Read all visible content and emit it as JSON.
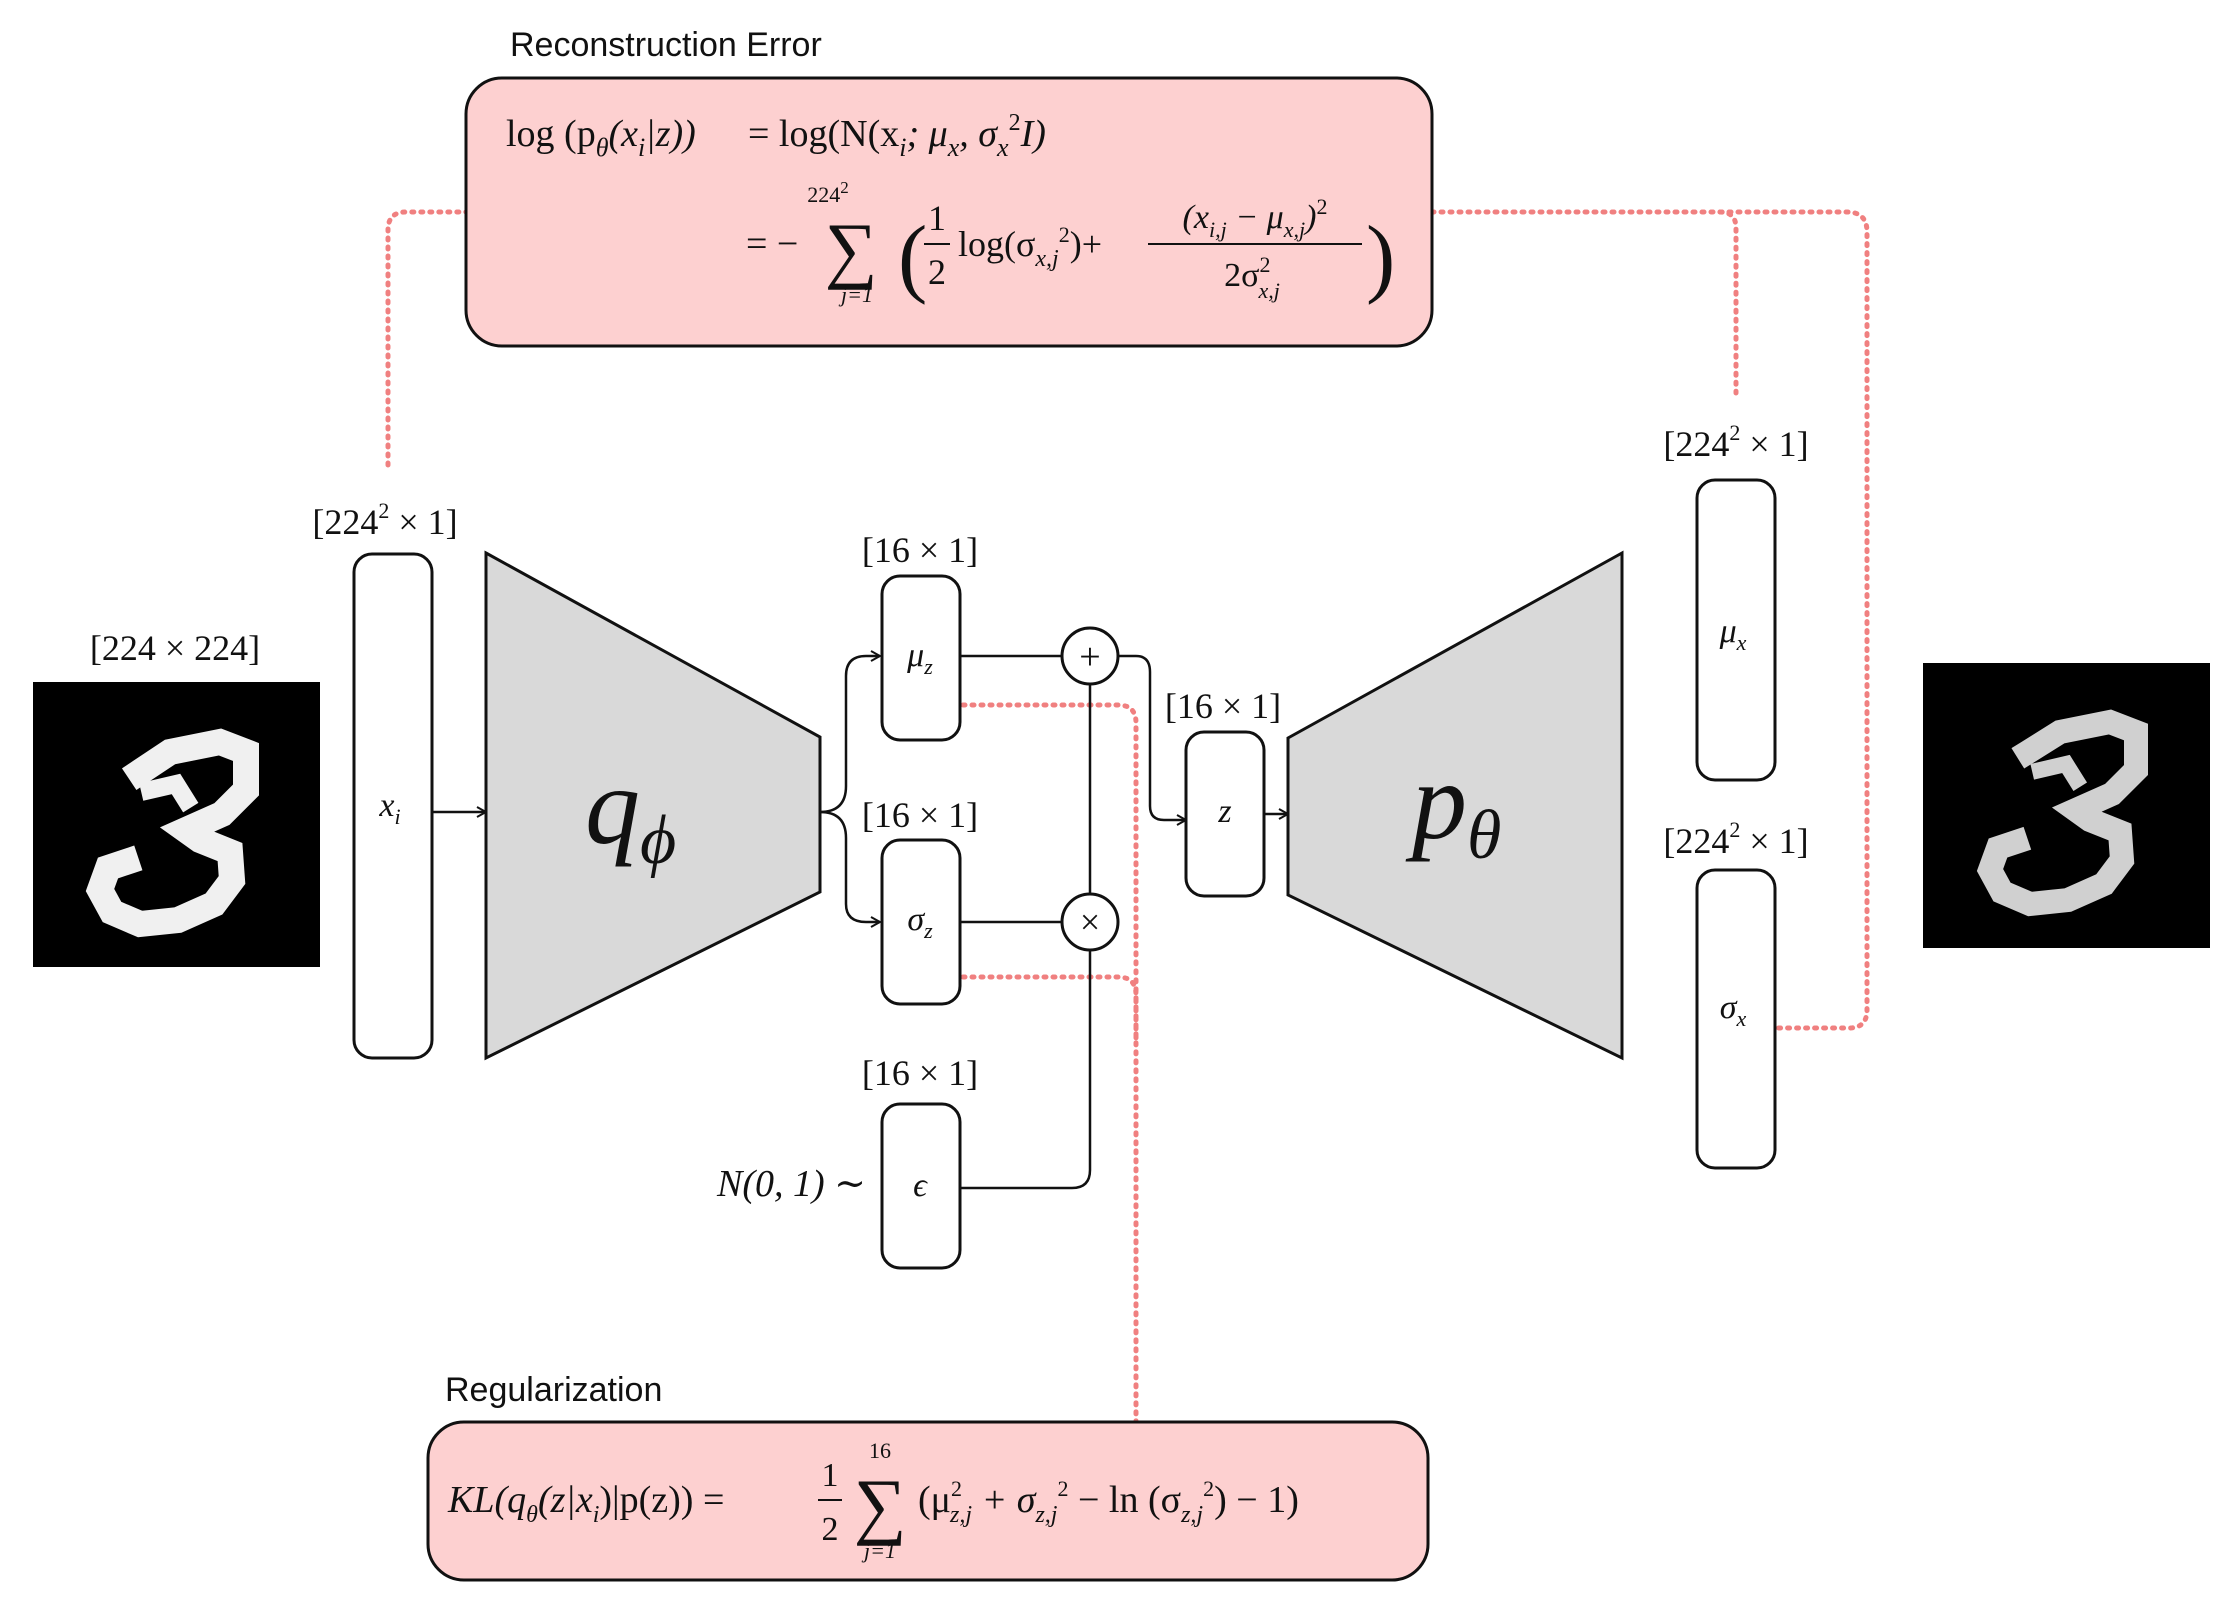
{
  "titles": {
    "reconstruction": "Reconstruction Error",
    "regularization": "Regularization"
  },
  "dims": {
    "image_in": "[224 × 224]",
    "xi_top": "[224",
    "xi_exp": "2",
    "xi_tail": " × 1]",
    "mu_z": "[16 × 1]",
    "sigma_z": "[16 × 1]",
    "eps": "[16 × 1]",
    "z": "[16 × 1]",
    "mu_x_top": "[224",
    "mu_x_exp": "2",
    "mu_x_tail": " × 1]",
    "sigma_x_top": "[224",
    "sigma_x_exp": "2",
    "sigma_x_tail": " × 1]"
  },
  "nodes": {
    "xi": "x",
    "xi_sub": "i",
    "encoder": "q",
    "encoder_sub": "ϕ",
    "mu_z": "μ",
    "mu_z_sub": "z",
    "sigma_z": "σ",
    "sigma_z_sub": "z",
    "eps": "ϵ",
    "z": "z",
    "decoder": "p",
    "decoder_sub": "θ",
    "mu_x": "μ",
    "mu_x_sub": "x",
    "sigma_x": "σ",
    "sigma_x_sub": "x",
    "plus": "+",
    "times": "×",
    "prior": "N(0, 1) ∼"
  },
  "equations": {
    "recon_line1_lhs": "log (p",
    "recon_line1_lhs_sub": "θ",
    "recon_line1_lhs_tail": "(x",
    "recon_line1_lhs_tail_sub": "i",
    "recon_line1_lhs_end": "|z))",
    "recon_line1_rhs": "= log(N(x",
    "recon_line1_rhs_sub1": "i",
    "recon_line1_rhs_mid": "; μ",
    "recon_line1_rhs_sub2": "x",
    "recon_line1_rhs_mid2": ", σ",
    "recon_line1_rhs_sub3": "x",
    "recon_line1_rhs_sup3": "2",
    "recon_line1_rhs_end": "I)",
    "recon_line2_eq": "= −",
    "recon_sum_top": "224",
    "recon_sum_top_sup": "2",
    "recon_sum_bottom": "j=1",
    "recon_half_num": "1",
    "recon_half_den": "2",
    "recon_log": "log(σ",
    "recon_log_sub": "x,j",
    "recon_log_sup": "2",
    "recon_log_end": ")+",
    "recon_frac_num": "(x",
    "recon_frac_num_sub": "i,j",
    "recon_frac_num_mid": " − μ",
    "recon_frac_num_sub2": "x,j",
    "recon_frac_num_end": ")",
    "recon_frac_num_sup": "2",
    "recon_frac_den": "2σ",
    "recon_frac_den_sup": "2",
    "recon_frac_den_sub": "x,j",
    "kl_lhs": "KL(q",
    "kl_lhs_sub": "θ",
    "kl_lhs_mid": "(z|x",
    "kl_lhs_mid_sub": "i",
    "kl_lhs_end": ")|p(z)) =",
    "kl_half_num": "1",
    "kl_half_den": "2",
    "kl_sum_top": "16",
    "kl_sum_bottom": "j=1",
    "kl_body1": "(μ",
    "kl_body1_sup": "2",
    "kl_body1_sub": "z,j",
    "kl_body2": " + σ",
    "kl_body2_sub": "z,j",
    "kl_body2_sup": "2",
    "kl_body3": " − ln (σ",
    "kl_body3_sub": "z,j",
    "kl_body3_sup": "2",
    "kl_body4": ") − 1)"
  },
  "colors": {
    "eq_box_fill": "#fdd0d0",
    "dotted_line": "#f08080",
    "trapezoid_fill": "#d9d9d9",
    "stroke": "#111111"
  },
  "icons": {
    "input_image": "mnist-digit-3-input-image",
    "output_image": "mnist-digit-3-reconstructed-image"
  }
}
